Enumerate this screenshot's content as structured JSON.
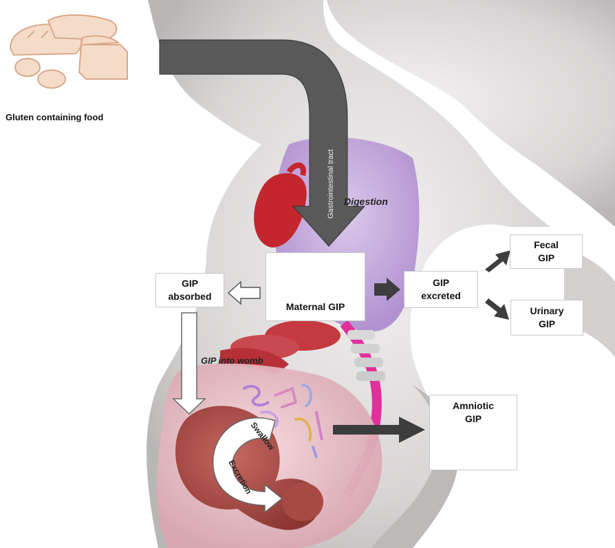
{
  "labels": {
    "food": "Gluten containing  food",
    "tract": "Gastrointestinal  tract",
    "digestion": "Digestion",
    "maternal": "Maternal GIP",
    "absorbed_line1": "GIP",
    "absorbed_line2": "absorbed",
    "excreted_line1": "GIP",
    "excreted_line2": "excreted",
    "fecal_line1": "Fecal",
    "fecal_line2": "GIP",
    "urinary_line1": "Urinary",
    "urinary_line2": "GIP",
    "womb": "GIP into womb",
    "amniotic_line1": "Amniotic",
    "amniotic_line2": "GIP",
    "swallow": "Swallow",
    "excretion": "Excretion"
  },
  "colors": {
    "arrow": "#555555",
    "body": "#e4e2e2",
    "digestive": "#b79ad6",
    "organ": "#c4262e",
    "uterus": "#d9646e",
    "spine": "#e0309a"
  }
}
